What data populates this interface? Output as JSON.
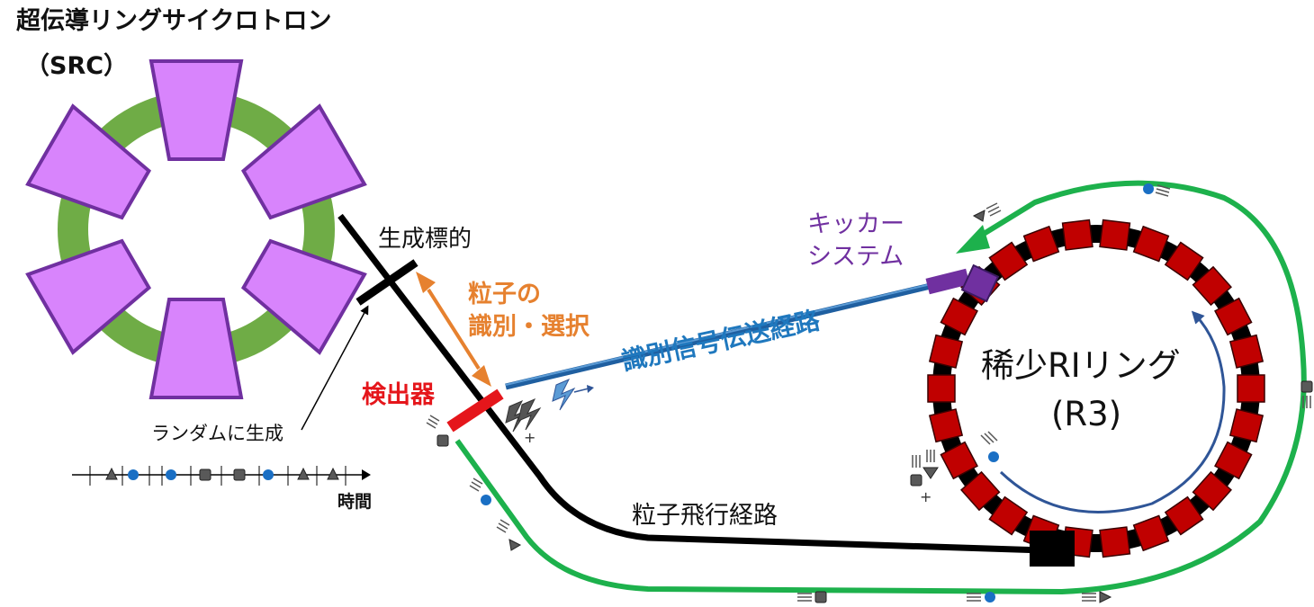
{
  "src": {
    "title": "超伝導リングサイクロトロン",
    "subtitle": "（SRC）"
  },
  "labels": {
    "target": "生成標的",
    "identification_line1": "粒子の",
    "identification_line2": "識別・選択",
    "detector": "検出器",
    "signal_path": "識別信号伝送経路",
    "kicker_line1": "キッカー",
    "kicker_line2": "システム",
    "ring_name": "稀少RIリング",
    "ring_sub": "(R3)",
    "flight_path": "粒子飛行経路",
    "random_generation": "ランダムに生成",
    "time_axis": "時間"
  },
  "colors": {
    "src_sector": "#D884FC",
    "sector_outline": "#7030A0",
    "src_ring": "#6FAC46",
    "magnet": "#C00000",
    "beamline": "#000000",
    "return_path": "#1DB14C",
    "signal_line": "#1F78BE",
    "orange": "#E6812F",
    "detector": "#E5161B",
    "kicker": "#7030A0",
    "particle_blue": "#1A6FC4",
    "particle_gray": "#595959"
  },
  "timeline_particles": [
    "triangle",
    "circle",
    "circle",
    "square",
    "square",
    "circle",
    "triangle",
    "triangle"
  ]
}
